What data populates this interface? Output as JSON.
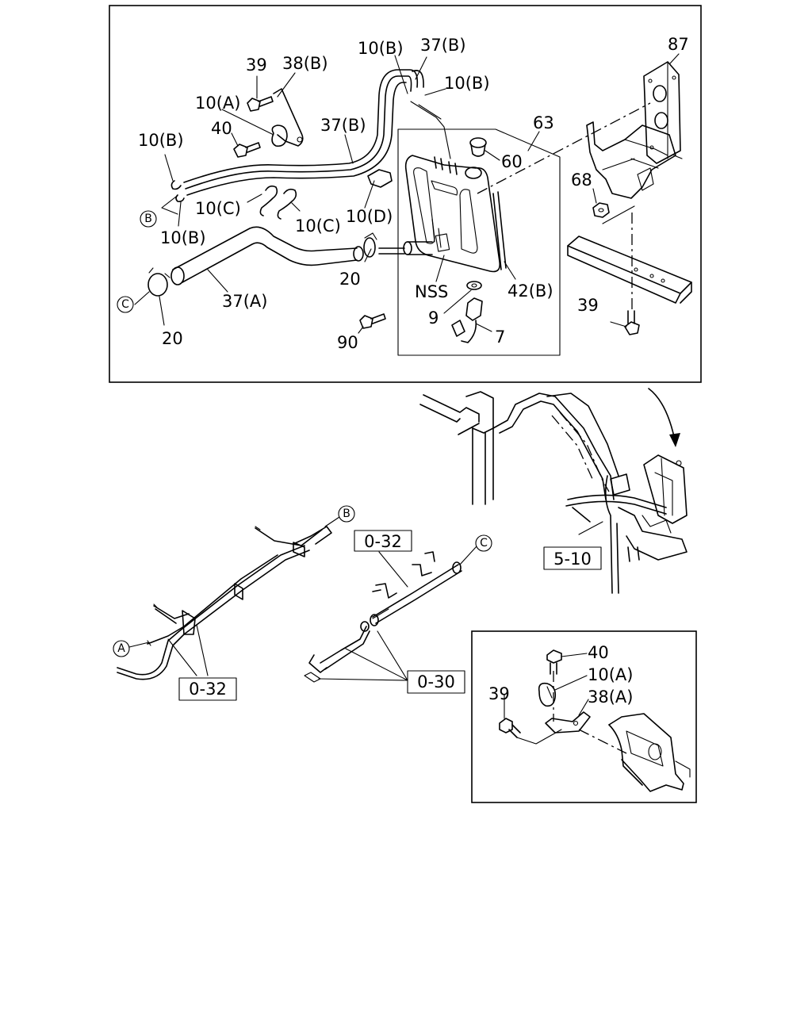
{
  "labels": {
    "p39_top": "39",
    "p38b": "38(B)",
    "p10a_top": "10(A)",
    "p40_top": "40",
    "p37b_mid": "37(B)",
    "p10b_left": "10(B)",
    "p10c_1": "10(C)",
    "p10c_2": "10(C)",
    "p10b_low": "10(B)",
    "p10b_top": "10(B)",
    "p37b_top": "37(B)",
    "p10b_right": "10(B)",
    "p63": "63",
    "p60": "60",
    "p10d": "10(D)",
    "p20_mid": "20",
    "p37a": "37(A)",
    "p20_low": "20",
    "pNSS": "NSS",
    "p42b": "42(B)",
    "p9": "9",
    "p7": "7",
    "p90": "90",
    "p87": "87",
    "p68": "68",
    "p39_right": "39",
    "d40": "40",
    "d10a": "10(A)",
    "d38a": "38(A)",
    "d39": "39"
  },
  "circles": {
    "b_top": "B",
    "c_top": "C",
    "b_mid": "B",
    "c_mid": "C",
    "a_mid": "A"
  },
  "boxes": {
    "ref_5_10": "5-10",
    "ref_0_32_top": "0-32",
    "ref_0_32_low": "0-32",
    "ref_0_30": "0-30"
  }
}
